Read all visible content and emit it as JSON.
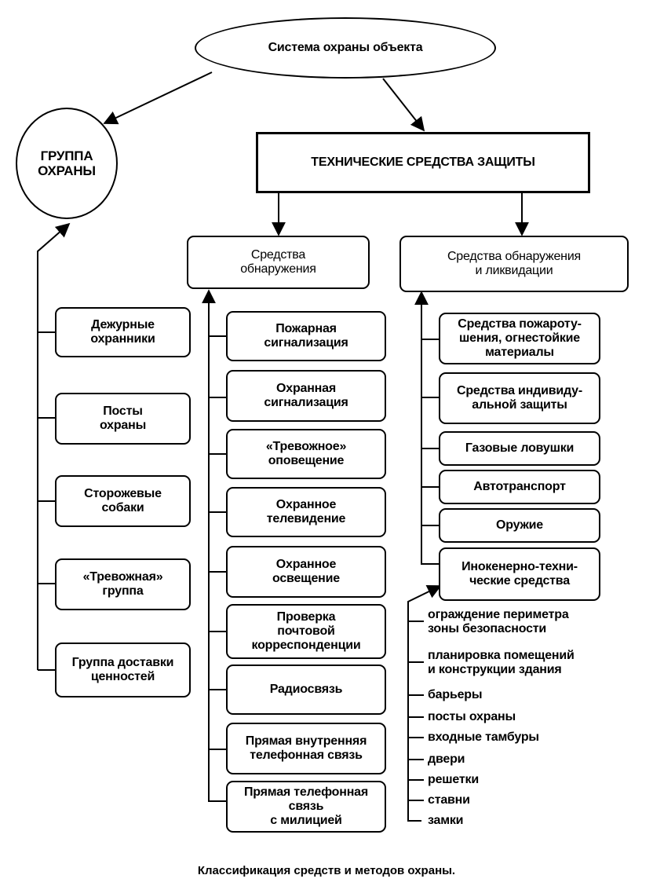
{
  "root": {
    "label": "Система охраны объекта"
  },
  "guard_group": {
    "label": "ГРУППА\nОХРАНЫ"
  },
  "tech": {
    "label": "ТЕХНИЧЕСКИЕ СРЕДСТВА ЗАЩИТЫ"
  },
  "detection": {
    "label": "Средства\nобнаружения"
  },
  "detect_liquid": {
    "label": "Средства обнаружения\nи ликвидации"
  },
  "guard_items": [
    "Дежурные\nохранники",
    "Посты\nохраны",
    "Сторожевые\nсобаки",
    "«Тревожная»\nгруппа",
    "Группа доставки\nценностей"
  ],
  "detection_items": [
    "Пожарная\nсигнализация",
    "Охранная\nсигнализация",
    "«Тревожное»\nоповещение",
    "Охранное\nтелевидение",
    "Охранное\nосвещение",
    "Проверка\nпочтовой\nкорреспонденции",
    "Радиосвязь",
    "Прямая внутренняя\nтелефонная связь",
    "Прямая телефонная\nсвязь\nс милицией"
  ],
  "liquidation_items": [
    "Средства пожароту-\nшения, огнестойкие\nматериалы",
    "Средства индивиду-\nальной защиты",
    "Газовые ловушки",
    "Автотранспорт",
    "Оружие",
    "Инокенерно-техни-\nческие средства"
  ],
  "engineering_items": [
    "ограждение периметра\nзоны безопасности",
    "планировка помещений\nи конструкции здания",
    "барьеры",
    "посты охраны",
    "входные тамбуры",
    "двери",
    "решетки",
    "ставни",
    "замки"
  ],
  "caption": "Классификация средств и методов охраны."
}
